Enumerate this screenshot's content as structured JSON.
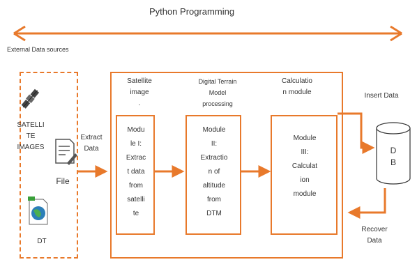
{
  "title": "Python Programming",
  "external_label": "External Data sources",
  "sources": {
    "satellite": "SATELLI\nTE\nIMAGES",
    "file": "File",
    "dt": "DT"
  },
  "extract_label": "Extract\nData",
  "headers": {
    "h1": "Satellite\nimage\n.",
    "h2": "Digital Terrain\nModel\nprocessing",
    "h3": "Calculatio\nn module"
  },
  "modules": {
    "m1": "Modu\nle I:\nExtrac\nt data\nfrom\nsatelli\nte",
    "m2": "Module\nII:\nExtractio\nn of\naltitude\nfrom\nDTM",
    "m3": "Module\nIII:\nCalculat\nion\nmodule"
  },
  "insert_label": "Insert Data",
  "db_label": "D\nB",
  "recover_label": "Recover\nData",
  "colors": {
    "accent": "#E8792B"
  }
}
